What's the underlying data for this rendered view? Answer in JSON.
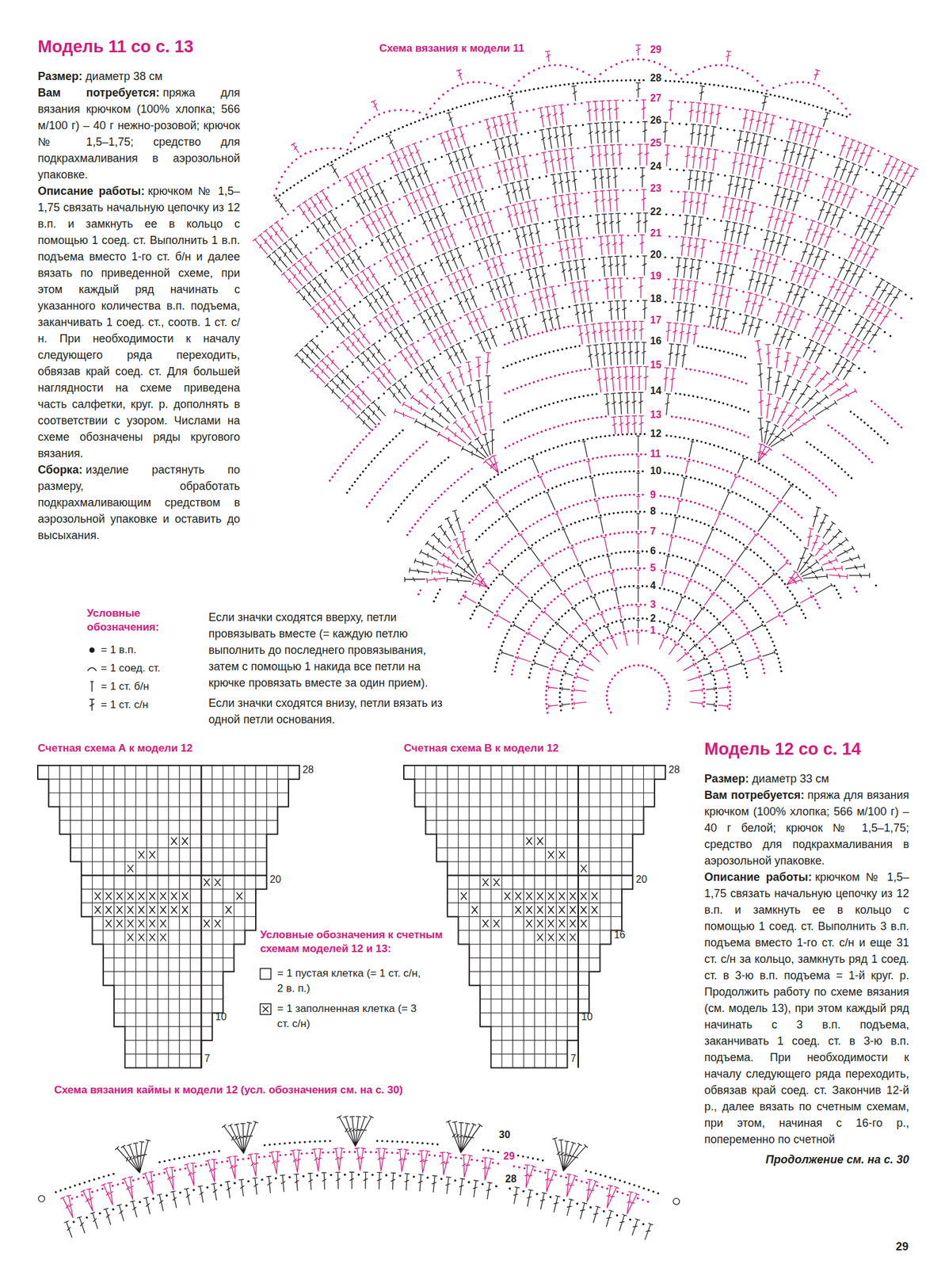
{
  "diagram": {
    "labels": [
      "Модель 11 со с. 13",
      "Размер:",
      "диаметр 38 см",
      "Вам потребуется:",
      "пряжа для вязания крючком (100% хлопка; 566 м/100 г) – 40 г нежно-розовой; крючок № 1,5–1,75; средство для подкрахмаливания в аэрозольной упаковке.",
      "Описание работы:",
      "крючком № 1,5–1,75 связать начальную цепочку из 12 в.п. и замкнуть ее в кольцо с помощью 1 соед. ст. Выполнить 1 в.п. подъема вместо 1-го ст. б/н и далее вязать по приведенной схеме, при этом каждый ряд начинать с указанного количества в.п. подъема, заканчивать 1 соед. ст., соотв. 1 ст. с/н. При необходимости к началу следующего ряда переходить, обвязав край соед. ст. Для большей наглядности на схеме приведена часть салфетки, круг. р. дополнять в соответствии с узором. Числами на схеме обозначены ряды кругового вязания.",
      "Сборка:",
      "изделие растянуть по размеру, обработать подкрахмаливающим средством в аэрозольной упаковке и оставить до высыхания.",
      "Схема вязания к модели 11",
      "1",
      "2",
      "3",
      "4",
      "5",
      "6",
      "7",
      "8",
      "9",
      "10",
      "11",
      "12",
      "13",
      "14",
      "15",
      "16",
      "17",
      "18",
      "19",
      "20",
      "21",
      "22",
      "23",
      "24",
      "25",
      "26",
      "27",
      "28",
      "29",
      "Условные обозначения:",
      "Если значки сходятся вверху, петли провязывать вместе (= каждую петлю выполнить до последнего провязывания, затем с помощью 1 накида все петли на крючке провязать вместе за один прием).",
      "Если значки сходятся внизу, петли вязать из одной петли основания.",
      "Счетная схема А к модели 12",
      "28",
      "20",
      "10",
      "7",
      "Счетная схема В к модели 12",
      "28",
      "20",
      "16",
      "10",
      "7",
      "Условные обозначения к счетным схемам моделей 12 и 13:",
      "Модель 12 со с. 14",
      "Размер:",
      "диаметр 33 см",
      "Вам потребуется:",
      "пряжа для вязания крючком (100% хлопка; 566 м/100 г) – 40 г белой; крючок № 1,5–1,75; средство для подкрахмаливания в аэрозольной упаковке.",
      "Описание работы:",
      "крючком № 1,5–1,75 связать начальную цепочку из 12 в.п. и замкнуть ее в кольцо с помощью 1 соед. ст. Выполнить 3 в.п. подъема вместо 1-го ст. с/н и еще 31 ст. с/н за кольцо, замкнуть ряд 1 соед. ст. в 3-ю в.п. подъема = 1-й круг. р. Продолжить работу по схеме вязания (см. модель 13), при этом каждый ряд начинать с 3 в.п. подъема, заканчивать 1 соед. ст. в 3-ю в.п. подъема. При необходимости к началу следующего ряда переходить, обвязав край соед. ст. Закончив 12-й р., далее вязать по счетным схемам, при этом, начиная с 16-го р., попеременно по счетной",
      "Продолжение см. на с. 30",
      "Схема вязания каймы к модели 12 (усл. обозначения см. на с. 30)",
      "30",
      "29",
      "28",
      "29"
    ],
    "legend": [
      {
        "text": "= 1 в.п."
      },
      {
        "text": "= 1 соед. ст."
      },
      {
        "text": "= 1 ст. б/н"
      },
      {
        "text": "= 1 ст. с/н"
      },
      {
        "text": "= 1 пустая клетка (= 1 ст. с/н, 2 в. п.)"
      },
      {
        "text": "= 1 заполненная клетка (= 3 ст. с/н)"
      }
    ]
  }
}
